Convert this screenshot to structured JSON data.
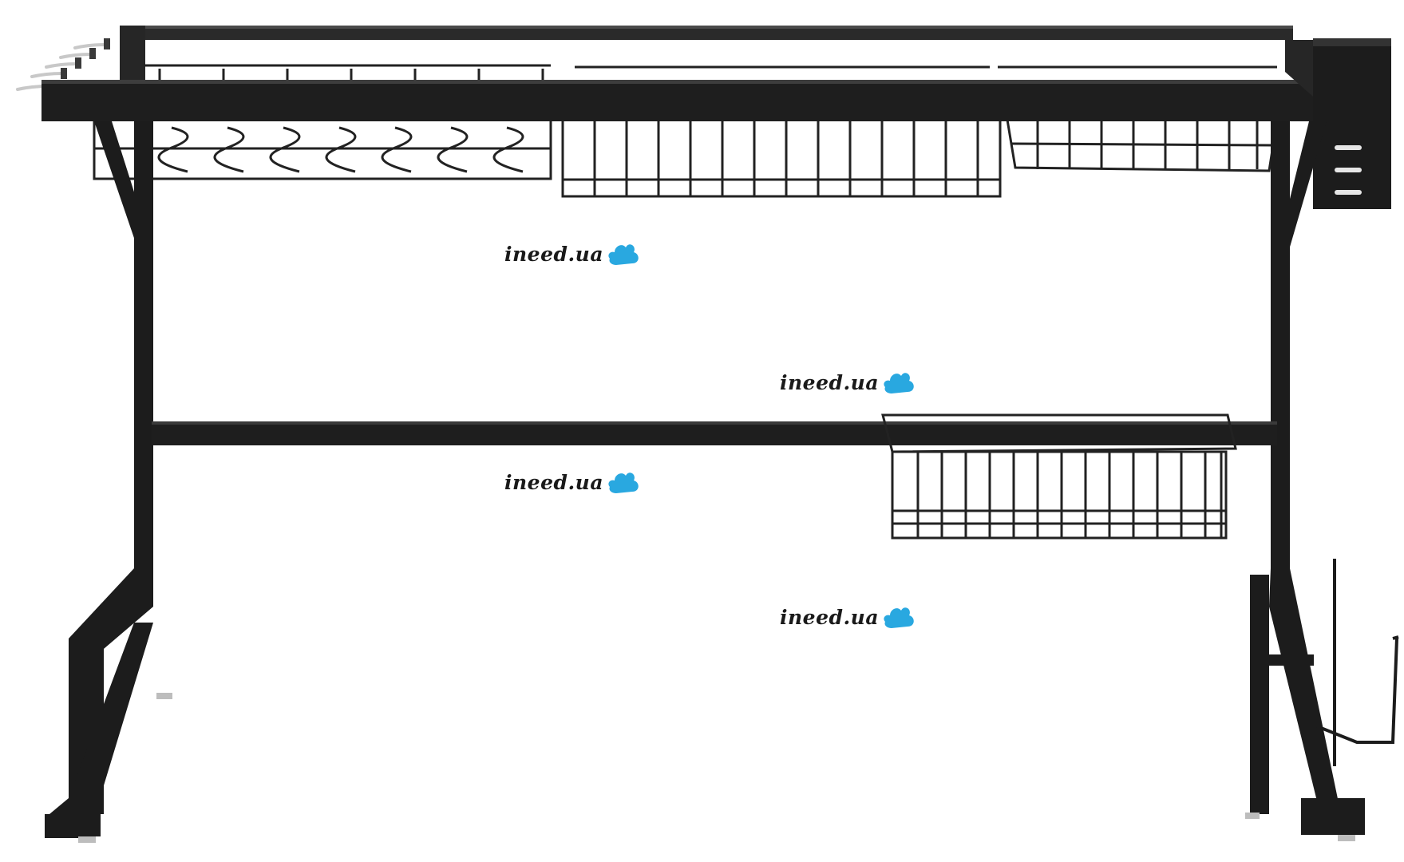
{
  "image": {
    "subject": "dish-drying-rack",
    "background_color": "#ffffff",
    "rack_color": "#1c1c1c",
    "basket_wire_color": "#222222",
    "hook_color": "#c8c8c8",
    "foot_color": "#bdbdbd"
  },
  "watermarks": [
    {
      "text": "ineed.ua",
      "blob_color": "#29a8e0"
    },
    {
      "text": "ineed.ua",
      "blob_color": "#29a8e0"
    },
    {
      "text": "ineed.ua",
      "blob_color": "#29a8e0"
    },
    {
      "text": "ineed.ua",
      "blob_color": "#29a8e0"
    }
  ]
}
